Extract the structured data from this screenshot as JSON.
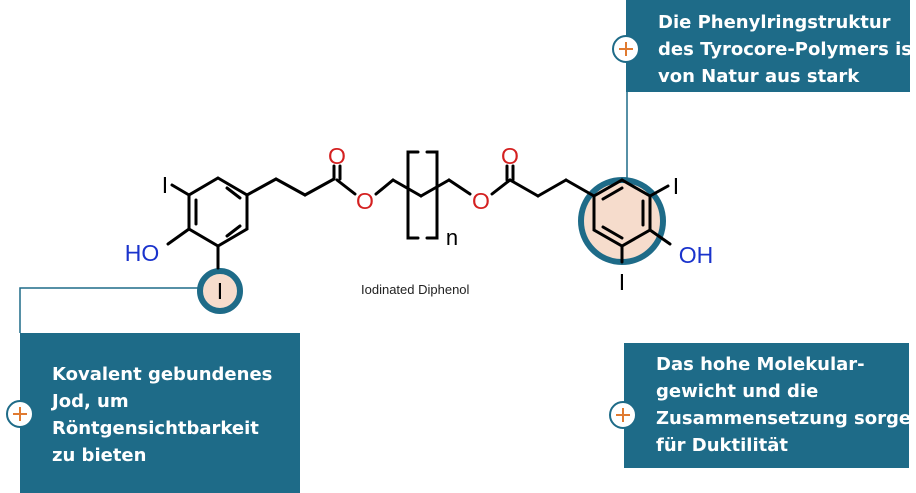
{
  "caption": "Iodinated Diphenol",
  "atoms": {
    "iodine": "I",
    "hydroxyl_left": "HO",
    "hydroxyl_right": "OH",
    "oxygen": "O",
    "repeat_subscript": "n"
  },
  "callouts": {
    "top_right": [
      "Die Phenylringstruktur",
      "des Tyrocore-Polymers ist",
      "von Natur aus stark"
    ],
    "left": [
      "Kovalent gebundenes",
      "Jod, um",
      "Röntgensichtbarkeit",
      "zu bieten"
    ],
    "right": [
      "Das hohe Molekular-",
      "gewicht und die",
      "Zusammensetzung sorgen",
      "für Duktilität"
    ]
  },
  "colors": {
    "callout_bg": "#1e6b88",
    "plus_accent": "#e07a30",
    "oxygen_red": "#d42020",
    "hydroxyl_blue": "#1a33cc",
    "highlight_fill": "#f6dccc"
  }
}
